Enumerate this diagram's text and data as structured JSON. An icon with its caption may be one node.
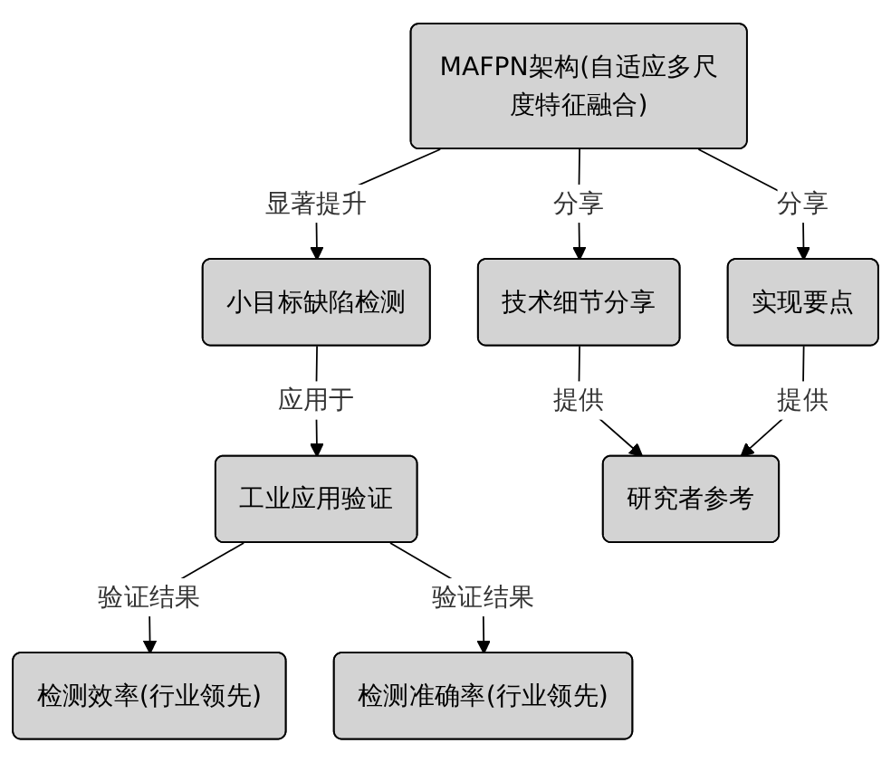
{
  "diagram": {
    "nodes": [
      {
        "text": [
          "MAFPN架构(自适应多尺度特征融合)"
        ]
      },
      {
        "text": [
          "小目标缺陷检测"
        ]
      },
      {
        "text": [
          "技术细节分享"
        ]
      },
      {
        "text": [
          "实现要点"
        ]
      },
      {
        "text": [
          "工业应用验证"
        ]
      },
      {
        "text": [
          "研究者参考"
        ]
      },
      {
        "text": [
          "检测效率(行业领先)"
        ]
      },
      {
        "text": [
          "检测准确率(行业领先)"
        ]
      }
    ],
    "edges": [
      {
        "from": 0,
        "to": 1,
        "arrow": "to",
        "label": "显著提升"
      },
      {
        "from": 0,
        "to": 2,
        "arrow": "to",
        "label": "分享"
      },
      {
        "from": 0,
        "to": 3,
        "arrow": "to",
        "label": "分享"
      },
      {
        "from": 1,
        "to": 4,
        "arrow": "to",
        "label": "应用于"
      },
      {
        "from": 2,
        "to": 5,
        "arrow": "to",
        "label": "提供"
      },
      {
        "from": 3,
        "to": 5,
        "arrow": "to",
        "label": "提供"
      },
      {
        "from": 4,
        "to": 6,
        "arrow": "to",
        "label": "验证结果"
      },
      {
        "from": 4,
        "to": 7,
        "arrow": "to",
        "label": "验证结果"
      }
    ]
  }
}
